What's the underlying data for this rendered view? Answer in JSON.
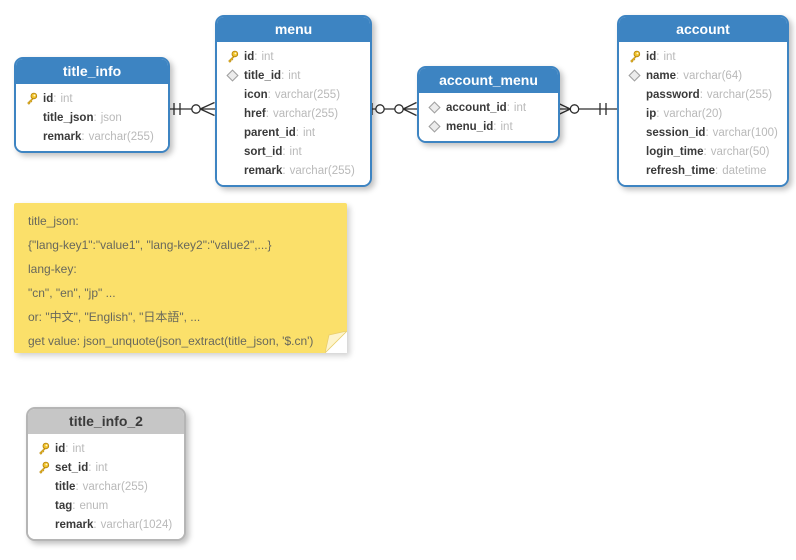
{
  "diagram": {
    "kind": "entity-relationship-diagram",
    "colors": {
      "table_header_blue": "#3d84c2",
      "table_header_gray": "#c6c6c6",
      "note_yellow": "#fbe06a",
      "key_icon_gold": "#f2c52f",
      "connector_line": "#2d2d2d",
      "field_type_gray": "#b9b9b9"
    }
  },
  "tables": [
    {
      "name": "title_info",
      "style": "blue",
      "fields": [
        {
          "name": "id",
          "type": "int",
          "icon": "primary-key-icon"
        },
        {
          "name": "title_json",
          "type": "json",
          "icon": "none"
        },
        {
          "name": "remark",
          "type": "varchar(255)",
          "icon": "none"
        }
      ]
    },
    {
      "name": "menu",
      "style": "blue",
      "fields": [
        {
          "name": "id",
          "type": "int",
          "icon": "primary-key-icon"
        },
        {
          "name": "title_id",
          "type": "int",
          "icon": "foreign-key-icon"
        },
        {
          "name": "icon",
          "type": "varchar(255)",
          "icon": "none"
        },
        {
          "name": "href",
          "type": "varchar(255)",
          "icon": "none"
        },
        {
          "name": "parent_id",
          "type": "int",
          "icon": "none"
        },
        {
          "name": "sort_id",
          "type": "int",
          "icon": "none"
        },
        {
          "name": "remark",
          "type": "varchar(255)",
          "icon": "none"
        }
      ]
    },
    {
      "name": "account_menu",
      "style": "blue",
      "fields": [
        {
          "name": "account_id",
          "type": "int",
          "icon": "foreign-key-icon"
        },
        {
          "name": "menu_id",
          "type": "int",
          "icon": "foreign-key-icon"
        }
      ]
    },
    {
      "name": "account",
      "style": "blue",
      "fields": [
        {
          "name": "id",
          "type": "int",
          "icon": "primary-key-icon"
        },
        {
          "name": "name",
          "type": "varchar(64)",
          "icon": "foreign-key-icon"
        },
        {
          "name": "password",
          "type": "varchar(255)",
          "icon": "none"
        },
        {
          "name": "ip",
          "type": "varchar(20)",
          "icon": "none"
        },
        {
          "name": "session_id",
          "type": "varchar(100)",
          "icon": "none"
        },
        {
          "name": "login_time",
          "type": "varchar(50)",
          "icon": "none"
        },
        {
          "name": "refresh_time",
          "type": "datetime",
          "icon": "none"
        }
      ]
    },
    {
      "name": "title_info_2",
      "style": "gray",
      "fields": [
        {
          "name": "id",
          "type": "int",
          "icon": "primary-key-icon"
        },
        {
          "name": "set_id",
          "type": "int",
          "icon": "primary-key-icon"
        },
        {
          "name": "title",
          "type": "varchar(255)",
          "icon": "none"
        },
        {
          "name": "tag",
          "type": "enum",
          "icon": "none"
        },
        {
          "name": "remark",
          "type": "varchar(1024)",
          "icon": "none"
        }
      ]
    }
  ],
  "relationships": [
    {
      "from": "title_info",
      "to": "menu",
      "from_end": "one-mandatory",
      "to_end": "zero-or-many"
    },
    {
      "from": "menu",
      "to": "account_menu",
      "from_end": "one-optional",
      "to_end": "zero-or-many"
    },
    {
      "from": "account_menu",
      "to": "account",
      "from_end": "zero-or-many",
      "to_end": "one-mandatory"
    }
  ],
  "note": {
    "lines": [
      "title_json:",
      "{\"lang-key1\":\"value1\", \"lang-key2\":\"value2\",...}",
      "lang-key:",
      "\"cn\", \"en\", \"jp\" ...",
      "or: \"中文\", \"English\", \"日本語\", ...",
      "get value: json_unquote(json_extract(title_json, '$.cn')"
    ]
  }
}
